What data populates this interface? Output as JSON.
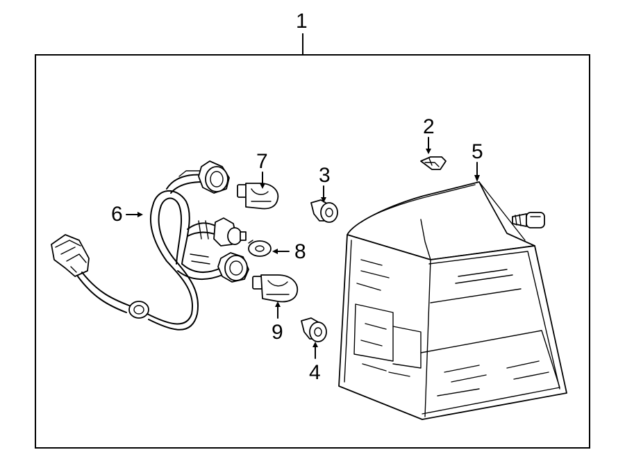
{
  "diagram": {
    "callouts": {
      "c1": "1",
      "c2": "2",
      "c3": "3",
      "c4": "4",
      "c5": "5",
      "c6": "6",
      "c7": "7",
      "c8": "8",
      "c9": "9"
    },
    "parts": [
      "connector-icon",
      "wiring-harness-icon",
      "socket-icon",
      "bulb-icon",
      "gasket-icon",
      "grommet-icon",
      "clip-icon",
      "tail-lamp-lens-icon",
      "screw-icon"
    ]
  }
}
